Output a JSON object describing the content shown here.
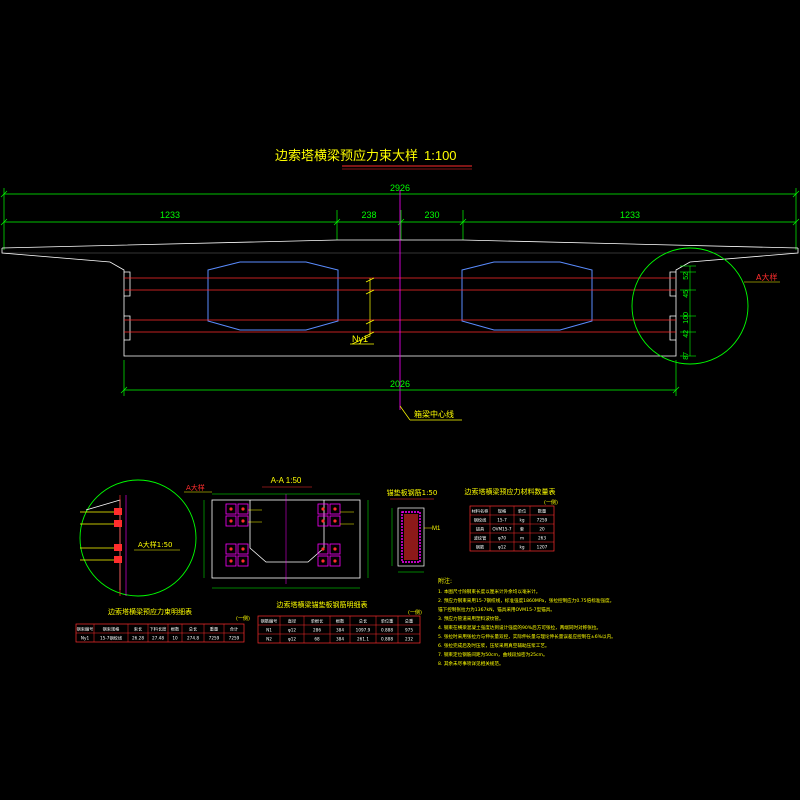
{
  "title": "边索塔横梁预应力束大样",
  "title_scale": "1:100",
  "dimensions": {
    "total_top": "2926",
    "left": "1233",
    "center_left": "238",
    "center_right": "230",
    "right": "1233",
    "bottom": "2026",
    "right_a": "52",
    "right_b": "45",
    "right_c": "100",
    "right_d": "42",
    "right_e": "87"
  },
  "labels": {
    "tendon": "Ny1",
    "centerline": "箱梁中心线",
    "detail_a": "A大样",
    "detail_a2": "A大样",
    "detail_a_scale": "A大样1:50",
    "section_aa": "A-A 1:50",
    "anchor_detail": "锚垫板钢筋1:50",
    "m1": "M1"
  },
  "table_left": {
    "title": "边索塔横梁预应力束明细表",
    "note": "(一侧)",
    "headers": [
      "钢束编号",
      "钢束规格",
      "束长",
      "下料长度",
      "根数",
      "总长",
      "重量",
      "合计"
    ],
    "row": [
      "Ny1",
      "15-7钢绞线",
      "26.28",
      "27.48",
      "10",
      "274.8",
      "7259",
      "7259"
    ]
  },
  "table_mid": {
    "title": "边索塔横梁锚垫板钢筋明细表",
    "note": "(一侧)",
    "headers": [
      "钢筋编号",
      "直径",
      "单根长",
      "根数",
      "总长",
      "单位重",
      "总重"
    ],
    "rows": [
      [
        "N1",
        "φ12",
        "286",
        "384",
        "1097.9",
        "0.888",
        "975"
      ],
      [
        "N2",
        "φ12",
        "68",
        "384",
        "261.1",
        "0.888",
        "232"
      ]
    ]
  },
  "table_right": {
    "title": "边索塔横梁预应力材料数量表",
    "note": "(一侧)",
    "headers": [
      "材料名称",
      "规格",
      "单位",
      "数量"
    ],
    "rows": [
      [
        "钢绞线",
        "15-7",
        "kg",
        "7259"
      ],
      [
        "锚具",
        "OVM15-7",
        "套",
        "20"
      ],
      [
        "波纹管",
        "φ70",
        "m",
        "263"
      ],
      [
        "钢筋",
        "φ12",
        "kg",
        "1207"
      ]
    ]
  },
  "notes": {
    "heading": "附注:",
    "lines": [
      "1. 本图尺寸除钢束长度以厘米计外余均以毫米计。",
      "2. 预应力钢束采用15-7钢绞线，标准强度1860MPa，张拉控制应力0.75倍标准强度。",
      "   锚下控制张拉力为1367kN，锚具采用OVM15-7型锚具。",
      "3. 预应力管道采用塑料波纹管。",
      "4. 钢束在横梁混凝土强度达到设计强度的90%后方可张拉，两端同时对称张拉。",
      "5. 张拉时采用张拉力与伸长量双控，实际伸长量与理论伸长量误差应控制在±6%以内。",
      "6. 张拉完成后及时压浆，压浆采用真空辅助压浆工艺。",
      "7. 钢束定位钢筋间距为50cm，曲线段加密为25cm。",
      "8. 其余未尽事项详见相关规范。"
    ]
  },
  "colors": {
    "background": "#000000",
    "outline": "#ffffff",
    "dimension": "#00ff00",
    "tendon": "#ff2d2d",
    "cell": "#5a8cff",
    "centerline": "#ff00ff",
    "text": "#ffff00",
    "title_underline": "#ff2d2d",
    "table": "#ff2d2d",
    "rebar": "#ff00ff"
  }
}
